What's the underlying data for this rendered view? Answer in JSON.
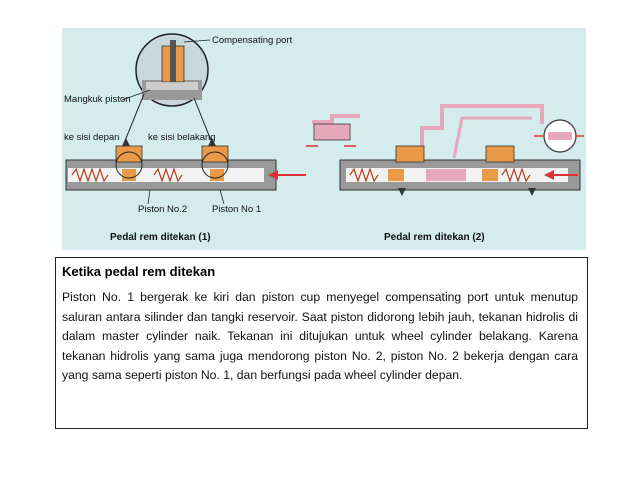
{
  "figure": {
    "labels": {
      "compensating_port": "Compensating port",
      "mangkuk_piston": "Mangkuk piston",
      "ke_sisi_depan": "ke sisi depan",
      "ke_sisi_belakang": "ke sisi belakang",
      "piston_no2": "Piston No.2",
      "piston_no1": "Piston No 1"
    },
    "captions": {
      "left": "Pedal rem ditekan (1)",
      "right": "Pedal rem ditekan (2)"
    },
    "colors": {
      "background": "#d4ecec",
      "body": "#9a9a9a",
      "orange": "#e89a48",
      "pink": "#e8a8bc"
    }
  },
  "text": {
    "heading": "Ketika pedal rem ditekan",
    "body": "Piston No. 1 bergerak ke kiri dan piston cup menyegel compensating port untuk menutup saluran antara silinder dan tangki reservoir. Saat piston didorong lebih jauh, tekanan hidrolis di dalam master cylinder naik. Tekanan ini ditujukan untuk wheel cylinder belakang. Karena tekanan hidrolis yang sama juga mendorong piston No. 2, piston No. 2 bekerja dengan cara yang sama seperti piston No. 1, dan berfungsi pada wheel cylinder depan."
  }
}
